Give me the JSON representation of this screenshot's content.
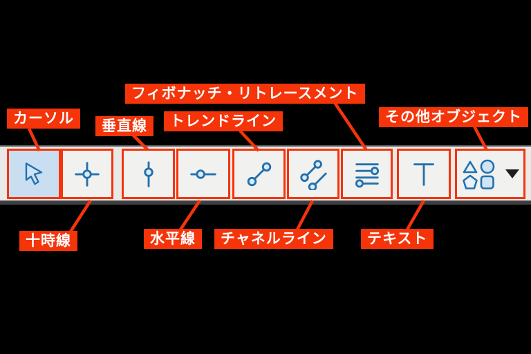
{
  "colors": {
    "annotation_red": "#f5340a",
    "label_text": "#ffffff",
    "toolbar_bg": "#e9e9e8",
    "button_bg": "#f1f1f0",
    "selected_button_bg": "#c9def1",
    "icon_blue": "#2370ab",
    "icon_fill": "#cfe4f6",
    "dropdown_arrow": "#1d1d1f",
    "page_bg": "#000000"
  },
  "toolbar": {
    "buttons": [
      {
        "id": "cursor",
        "icon": "cursor-arrow-icon",
        "selected": true,
        "has_dropdown": false
      },
      {
        "id": "crosshair",
        "icon": "crosshair-icon",
        "selected": false,
        "has_dropdown": false
      },
      {
        "id": "vertical-line",
        "icon": "vertical-line-icon",
        "selected": false,
        "has_dropdown": false
      },
      {
        "id": "horizontal-line",
        "icon": "horizontal-line-icon",
        "selected": false,
        "has_dropdown": false
      },
      {
        "id": "trend-line",
        "icon": "trend-line-icon",
        "selected": false,
        "has_dropdown": false
      },
      {
        "id": "channel-line",
        "icon": "channel-line-icon",
        "selected": false,
        "has_dropdown": false
      },
      {
        "id": "fibonacci-retracement",
        "icon": "fibonacci-lines-icon",
        "selected": false,
        "has_dropdown": false
      },
      {
        "id": "text",
        "icon": "text-t-icon",
        "selected": false,
        "has_dropdown": false
      },
      {
        "id": "other-objects",
        "icon": "shapes-icon",
        "selected": false,
        "has_dropdown": true
      }
    ]
  },
  "annotations": {
    "top": [
      {
        "label": "カーソル",
        "target": "cursor"
      },
      {
        "label": "垂直線",
        "target": "vertical-line"
      },
      {
        "label": "トレンドライン",
        "target": "trend-line"
      },
      {
        "label": "フィボナッチ・リトレースメント",
        "target": "fibonacci-retracement"
      },
      {
        "label": "その他オブジェクト",
        "target": "other-objects"
      }
    ],
    "bottom": [
      {
        "label": "十時線",
        "target": "crosshair"
      },
      {
        "label": "水平線",
        "target": "horizontal-line"
      },
      {
        "label": "チャネルライン",
        "target": "channel-line"
      },
      {
        "label": "テキスト",
        "target": "text"
      }
    ]
  }
}
